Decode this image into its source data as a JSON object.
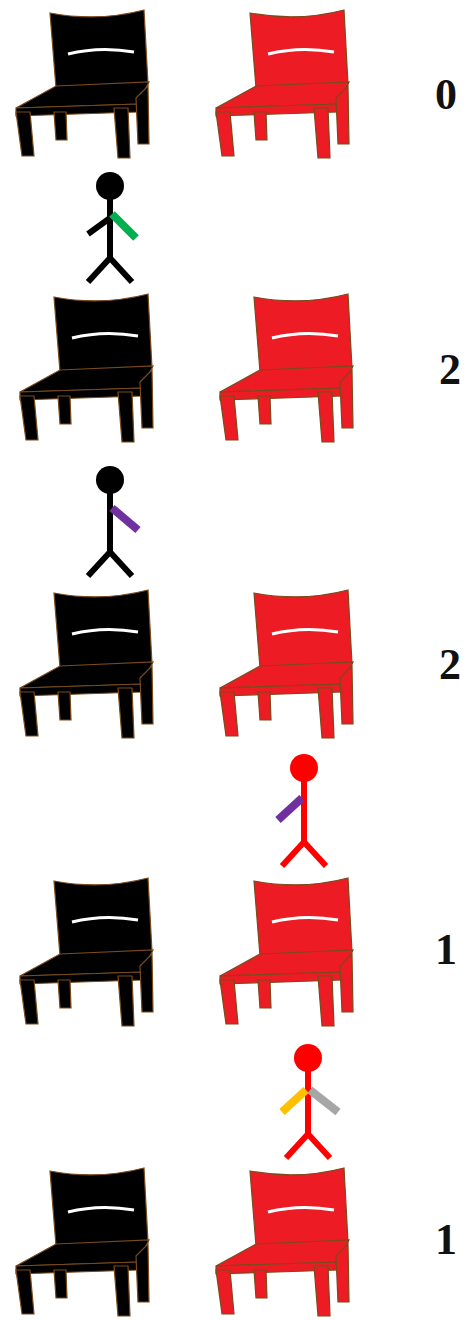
{
  "diagram": {
    "labels": [
      "0",
      "2",
      "2",
      "1",
      "1"
    ]
  }
}
